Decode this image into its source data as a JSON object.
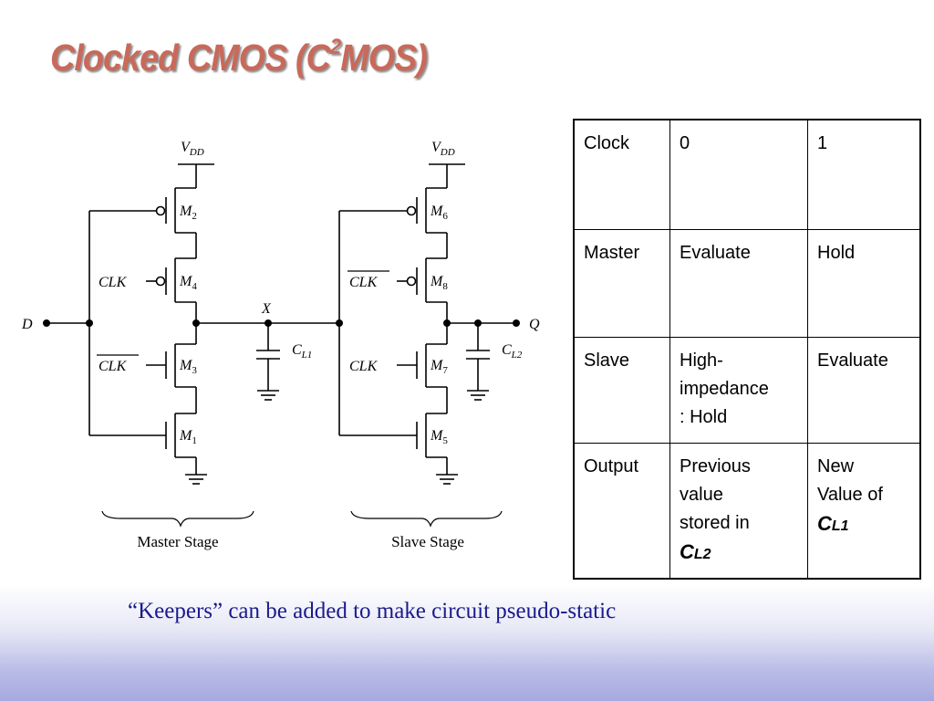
{
  "title": {
    "main": "Clocked CMOS (C",
    "sup": "2",
    "suffix": "MOS)"
  },
  "circuit": {
    "vdd_main": "V",
    "vdd_sub": "DD",
    "clk": "CLK",
    "node_d": "D",
    "node_x": "X",
    "node_q": "Q",
    "cap_main": "C",
    "cap1_sub": "L1",
    "cap2_sub": "L2",
    "transistors": {
      "m2": "2",
      "m4": "4",
      "m3": "3",
      "m1": "1",
      "m6": "6",
      "m8": "8",
      "m7": "7",
      "m5": "5"
    },
    "m_prefix": "M",
    "master_stage": "Master Stage",
    "slave_stage": "Slave Stage"
  },
  "table": {
    "rows": [
      [
        "Clock",
        "0",
        "1"
      ],
      [
        "Master",
        "Evaluate",
        "Hold"
      ],
      [
        "Slave",
        "High-\nimpedance\n: Hold",
        "Evaluate"
      ],
      [
        "Output",
        "Previous\nvalue\nstored in",
        "New\nValue of"
      ]
    ],
    "cl_letter": "C",
    "cl2_sub": "L2",
    "cl1_sub": "L1"
  },
  "footnote": "“Keepers” can be added to make circuit pseudo-static"
}
